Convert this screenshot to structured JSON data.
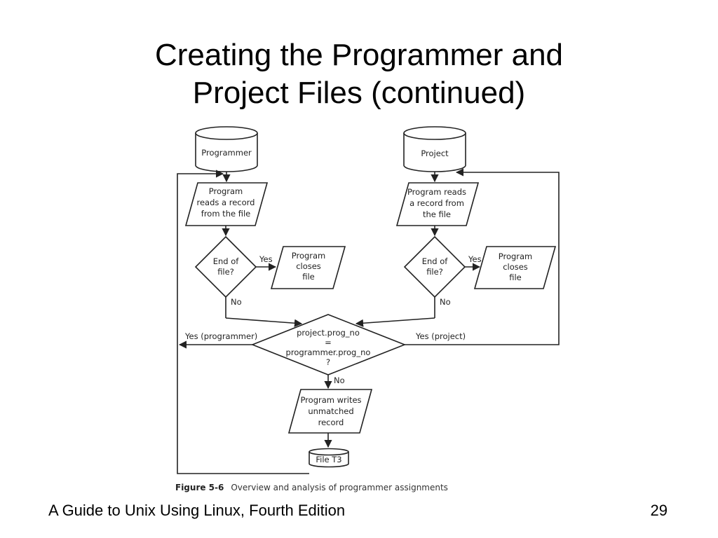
{
  "slide": {
    "title_line1": "Creating the Programmer and",
    "title_line2": "Project Files (continued)",
    "footer_text": "A Guide to Unix Using Linux, Fourth Edition",
    "page_number": "29"
  },
  "figure": {
    "label": "Figure 5-6",
    "caption": "Overview and analysis of programmer assignments"
  },
  "flowchart": {
    "programmer_file": "Programmer",
    "project_file": "Project",
    "left_read": [
      "Program",
      "reads a record",
      "from the file"
    ],
    "right_read": [
      "Program reads",
      "a record from",
      "the file"
    ],
    "left_eof": [
      "End of",
      "file?"
    ],
    "right_eof": [
      "End of",
      "file?"
    ],
    "left_close": [
      "Program",
      "closes",
      "file"
    ],
    "right_close": [
      "Program",
      "closes",
      "file"
    ],
    "yes": "Yes",
    "no": "No",
    "compare": [
      "project.prog_no",
      "=",
      "programmer.prog_no",
      "?"
    ],
    "yes_programmer": "Yes (programmer)",
    "yes_project": "Yes (project)",
    "write": [
      "Program writes",
      "unmatched",
      "record"
    ],
    "output_file": "File T3"
  },
  "colors": {
    "stroke": "#222222",
    "text": "#222222"
  }
}
